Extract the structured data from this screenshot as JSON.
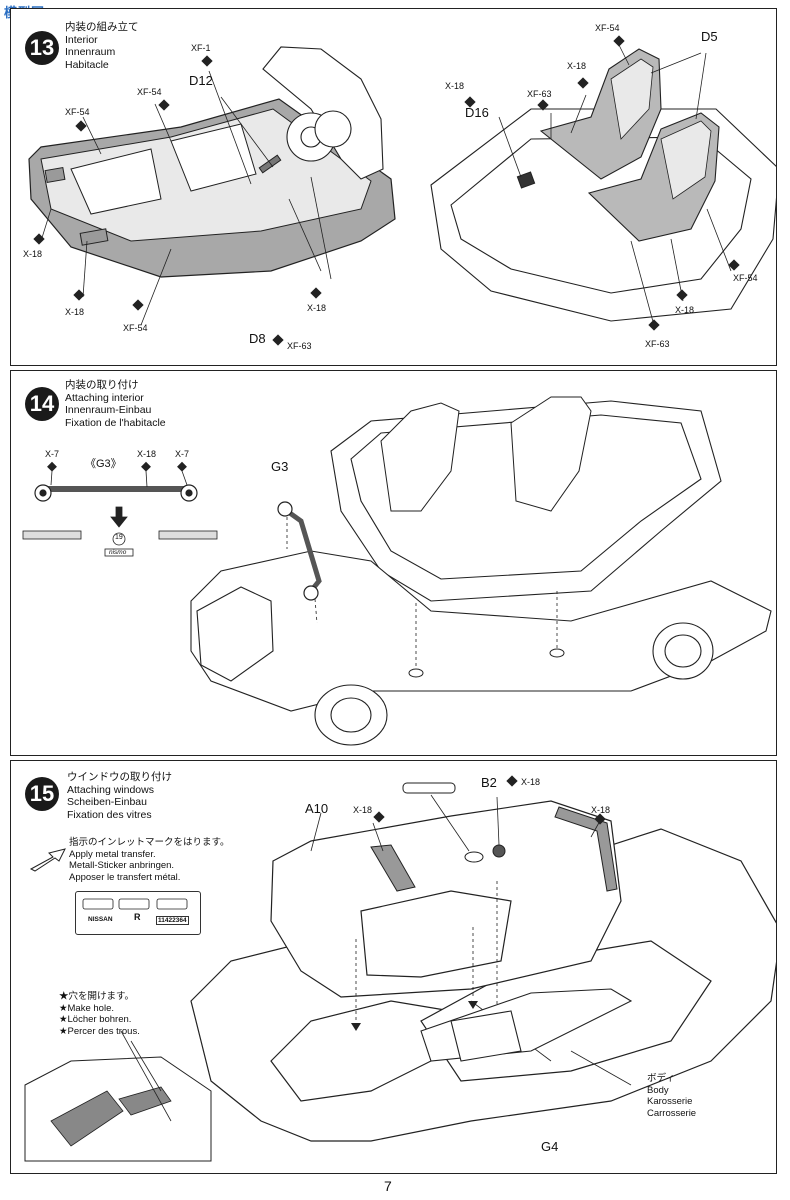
{
  "watermark": "模型网 MODEL SEARCH",
  "page_number": "7",
  "step13": {
    "number": "13",
    "titles": [
      "内装の組み立て",
      "Interior",
      "Innenraum",
      "Habitacle"
    ],
    "labels": {
      "xf1": "XF-1",
      "d12": "D12",
      "xf54_a": "XF-54",
      "xf54_b": "XF-54",
      "xf54_c": "XF-54",
      "x18_a": "X-18",
      "x18_b": "X-18",
      "x18_c": "X-18",
      "d8": "D8",
      "xf63_a": "XF-63",
      "xf54_d": "XF-54",
      "d5": "D5",
      "x18_d": "X-18",
      "xf63_b": "XF-63",
      "x18_e": "X-18",
      "d16": "D16",
      "xf54_e": "XF-54",
      "x18_f": "X-18",
      "xf63_c": "XF-63"
    }
  },
  "step14": {
    "number": "14",
    "titles": [
      "内装の取り付け",
      "Attaching interior",
      "Innenraum-Einbau",
      "Fixation de l'habitacle"
    ],
    "labels": {
      "x7_a": "X-7",
      "g3_part": "《G3》",
      "x18": "X-18",
      "x7_b": "X-7",
      "g3": "G3",
      "callout": "19",
      "nismo": "nismo"
    }
  },
  "step15": {
    "number": "15",
    "titles": [
      "ウインドウの取り付け",
      "Attaching windows",
      "Scheiben-Einbau",
      "Fixation des vitres"
    ],
    "transfer_note": [
      "指示のインレットマークをはります。",
      "Apply metal transfer.",
      "Metall-Sticker anbringen.",
      "Apposer le transfert métal."
    ],
    "decals": {
      "nissan": "NISSAN",
      "r": "R",
      "number": "11422364"
    },
    "hole_note": [
      "★穴を開けます。",
      "★Make hole.",
      "★Löcher bohren.",
      "★Percer des trous."
    ],
    "labels": {
      "a10": "A10",
      "x18_a": "X-18",
      "b2": "B2",
      "x18_b": "X-18",
      "x18_c": "X-18",
      "g4": "G4"
    },
    "body_label": [
      "ボディ",
      "Body",
      "Karosserie",
      "Carrosserie"
    ]
  }
}
